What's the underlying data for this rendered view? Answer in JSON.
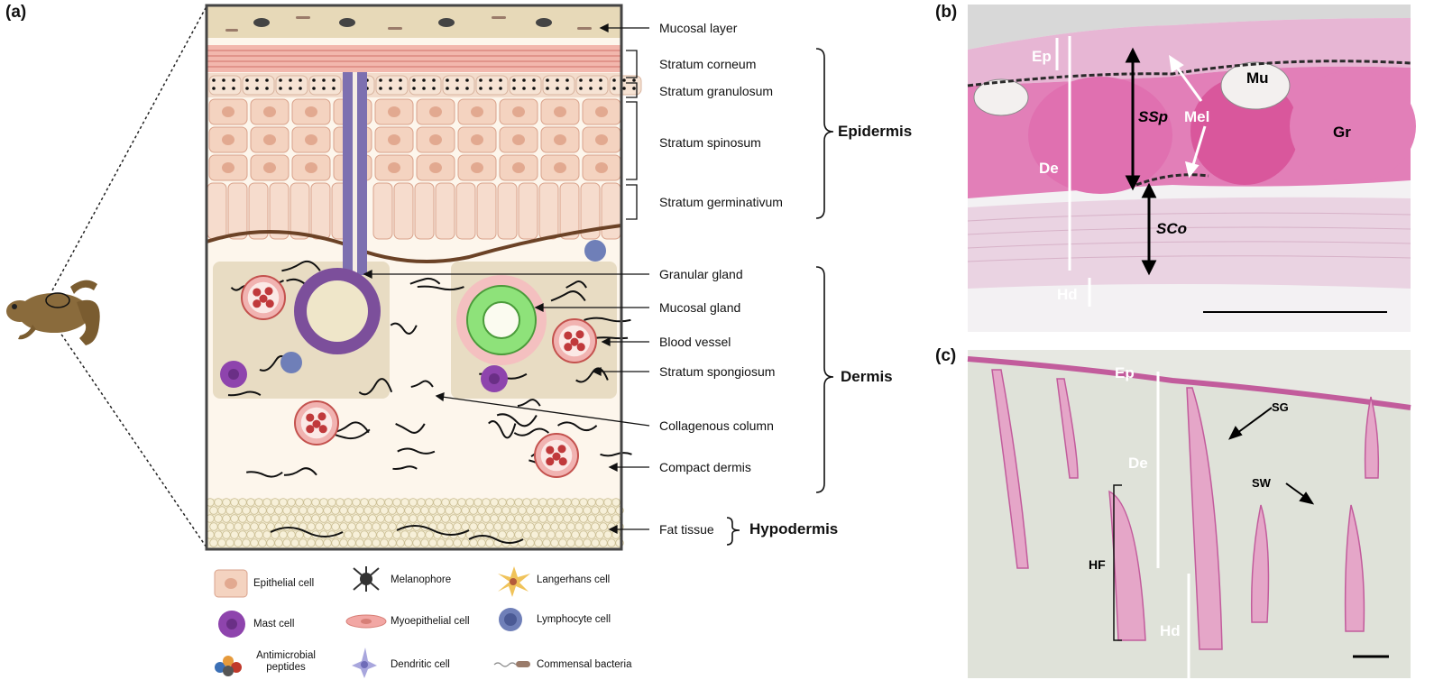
{
  "panels": {
    "a": "(a)",
    "b": "(b)",
    "c": "(c)"
  },
  "diagram_labels": [
    "Mucosal layer",
    "Stratum corneum",
    "Stratum granulosum",
    "Stratum spinosum",
    "Stratum germinativum",
    "Granular gland",
    "Mucosal gland",
    "Blood vessel",
    "Stratum spongiosum",
    "Collagenous column",
    "Compact dermis",
    "Fat tissue"
  ],
  "regions": {
    "epidermis": "Epidermis",
    "dermis": "Dermis",
    "hypodermis": "Hypodermis"
  },
  "legend": [
    {
      "icon": "epithelial-cell-icon",
      "label": "Epithelial cell"
    },
    {
      "icon": "melanophore-icon",
      "label": "Melanophore"
    },
    {
      "icon": "langerhans-cell-icon",
      "label": "Langerhans cell"
    },
    {
      "icon": "mast-cell-icon",
      "label": "Mast cell"
    },
    {
      "icon": "myoepithelial-cell-icon",
      "label": "Myoepithelial cell"
    },
    {
      "icon": "lymphocyte-cell-icon",
      "label": "Lymphocyte cell"
    },
    {
      "icon": "antimicrobial-peptides-icon",
      "label": "Antimicrobial peptides"
    },
    {
      "icon": "dendritic-cell-icon",
      "label": "Dendritic cell"
    },
    {
      "icon": "commensal-bacteria-icon",
      "label": "Commensal bacteria"
    }
  ],
  "micro_b": {
    "ep": "Ep",
    "de": "De",
    "hd": "Hd",
    "ssp": "SSp",
    "sco": "SCo",
    "mel": "Mel",
    "mu": "Mu",
    "gr": "Gr"
  },
  "micro_c": {
    "ep": "Ep",
    "de": "De",
    "hd": "Hd",
    "hf": "HF",
    "sg": "SG",
    "sw": "SW"
  },
  "colors": {
    "epithelial": "#f4d3c0",
    "mast": "#8e44ad",
    "gland_green": "#8ee27a",
    "blood": "#e06d75",
    "tissue": "#e8dcc3",
    "stain_pink": "#d9579c"
  }
}
